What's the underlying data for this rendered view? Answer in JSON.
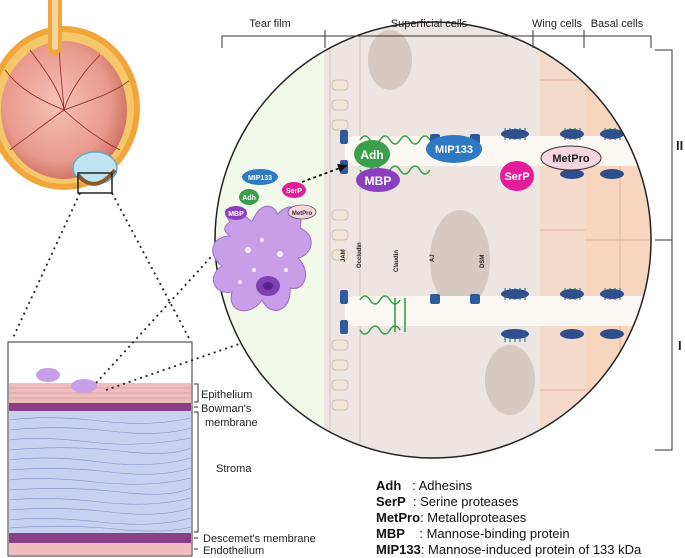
{
  "layers_header": {
    "tear_film": "Tear film",
    "superficial": "Superficial cells",
    "wing": "Wing cells",
    "basal": "Basal cells"
  },
  "cornea_layers": {
    "epithelium": "Epithelium",
    "bowmans": "Bowman's",
    "bowmans_2": "membrane",
    "stroma": "Stroma",
    "descemets": "Descemet's membrane",
    "endothelium": "Endothelium"
  },
  "junctions": {
    "jam": "JAM",
    "occludin": "Occludin",
    "claudin": "Claudin",
    "aj": "AJ",
    "dsm": "DSM"
  },
  "proteases": {
    "adh": "Adh",
    "mbp": "MBP",
    "mip133": "MIP133",
    "serp": "SerP",
    "metpro": "MetPro"
  },
  "side_marks": {
    "top": "II",
    "bottom": "I"
  },
  "legend": [
    {
      "abbr": "Adh",
      "sep": "   : ",
      "desc": "Adhesins"
    },
    {
      "abbr": "SerP",
      "sep": "  : ",
      "desc": "Serine proteases"
    },
    {
      "abbr": "MetPro",
      "sep": ": ",
      "desc": "Metalloproteases"
    },
    {
      "abbr": "MBP",
      "sep": "    : ",
      "desc": "Mannose-binding protein"
    },
    {
      "abbr": "MIP133",
      "sep": ": ",
      "desc": "Mannose-induced protein of 133 kDa"
    }
  ],
  "colors": {
    "adh": "#3a9e4a",
    "mbp": "#8a3fc0",
    "mip133": "#2f79c4",
    "serp": "#e31c9a",
    "metpro": "#f6d5e0",
    "stroma_bg": "#c7d2f2",
    "membrane": "#8a3f86",
    "epithelium": "#efbdbd",
    "amoeba": "#c99ee8"
  }
}
